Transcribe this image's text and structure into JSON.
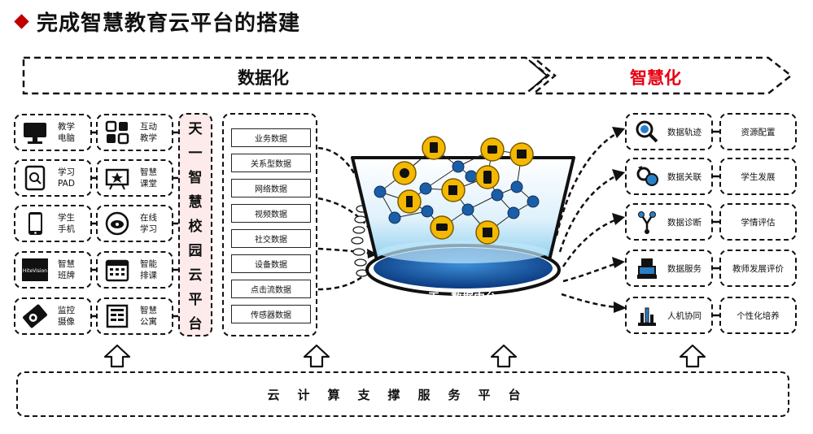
{
  "title": "完成智慧教育云平台的搭建",
  "banner": {
    "left": "数据化",
    "right": "智慧化"
  },
  "devices_col1": [
    {
      "label": "教学\n电脑",
      "icon": "monitor-icon"
    },
    {
      "label": "学习\nPAD",
      "icon": "tablet-icon"
    },
    {
      "label": "学生\n手机",
      "icon": "phone-icon"
    },
    {
      "label": "智慧\n班牌",
      "icon": "class-board-icon",
      "brand": "HiteVision"
    },
    {
      "label": "监控\n摄像",
      "icon": "camera-icon"
    }
  ],
  "devices_col2": [
    {
      "label": "互动\n教学",
      "icon": "interactive-icon"
    },
    {
      "label": "智慧\n课堂",
      "icon": "classroom-icon"
    },
    {
      "label": "在线\n学习",
      "icon": "online-learning-icon"
    },
    {
      "label": "智能\n排课",
      "icon": "calendar-icon"
    },
    {
      "label": "智慧\n公寓",
      "icon": "dormitory-icon"
    }
  ],
  "platform_vertical": [
    "天",
    "一",
    "智",
    "慧",
    "校",
    "园",
    "云",
    "平",
    "台"
  ],
  "data_items": [
    "业务数据",
    "关系型数据",
    "网络数据",
    "视频数据",
    "社交数据",
    "设备数据",
    "点击流数据",
    "传感器数据"
  ],
  "center_label": "天一数据中台",
  "right_items": [
    {
      "label": "数据轨迹",
      "icon": "magnifier-icon",
      "target": "资源配置"
    },
    {
      "label": "数据关联",
      "icon": "link-icon",
      "target": "学生发展"
    },
    {
      "label": "数据诊断",
      "icon": "diagnosis-icon",
      "target": "学情评估"
    },
    {
      "label": "数据服务",
      "icon": "service-icon",
      "target": "教师发展评价"
    },
    {
      "label": "人机协同",
      "icon": "collaboration-icon",
      "target": "个性化培养"
    }
  ],
  "bottom_platform": "云计算支撑服务平台",
  "colors": {
    "accent_red": "#e60012",
    "title_diamond": "#c00000",
    "node_yellow": "#f5b800",
    "node_blue": "#1b5ea8",
    "platform_pink": "#fdeaea"
  }
}
